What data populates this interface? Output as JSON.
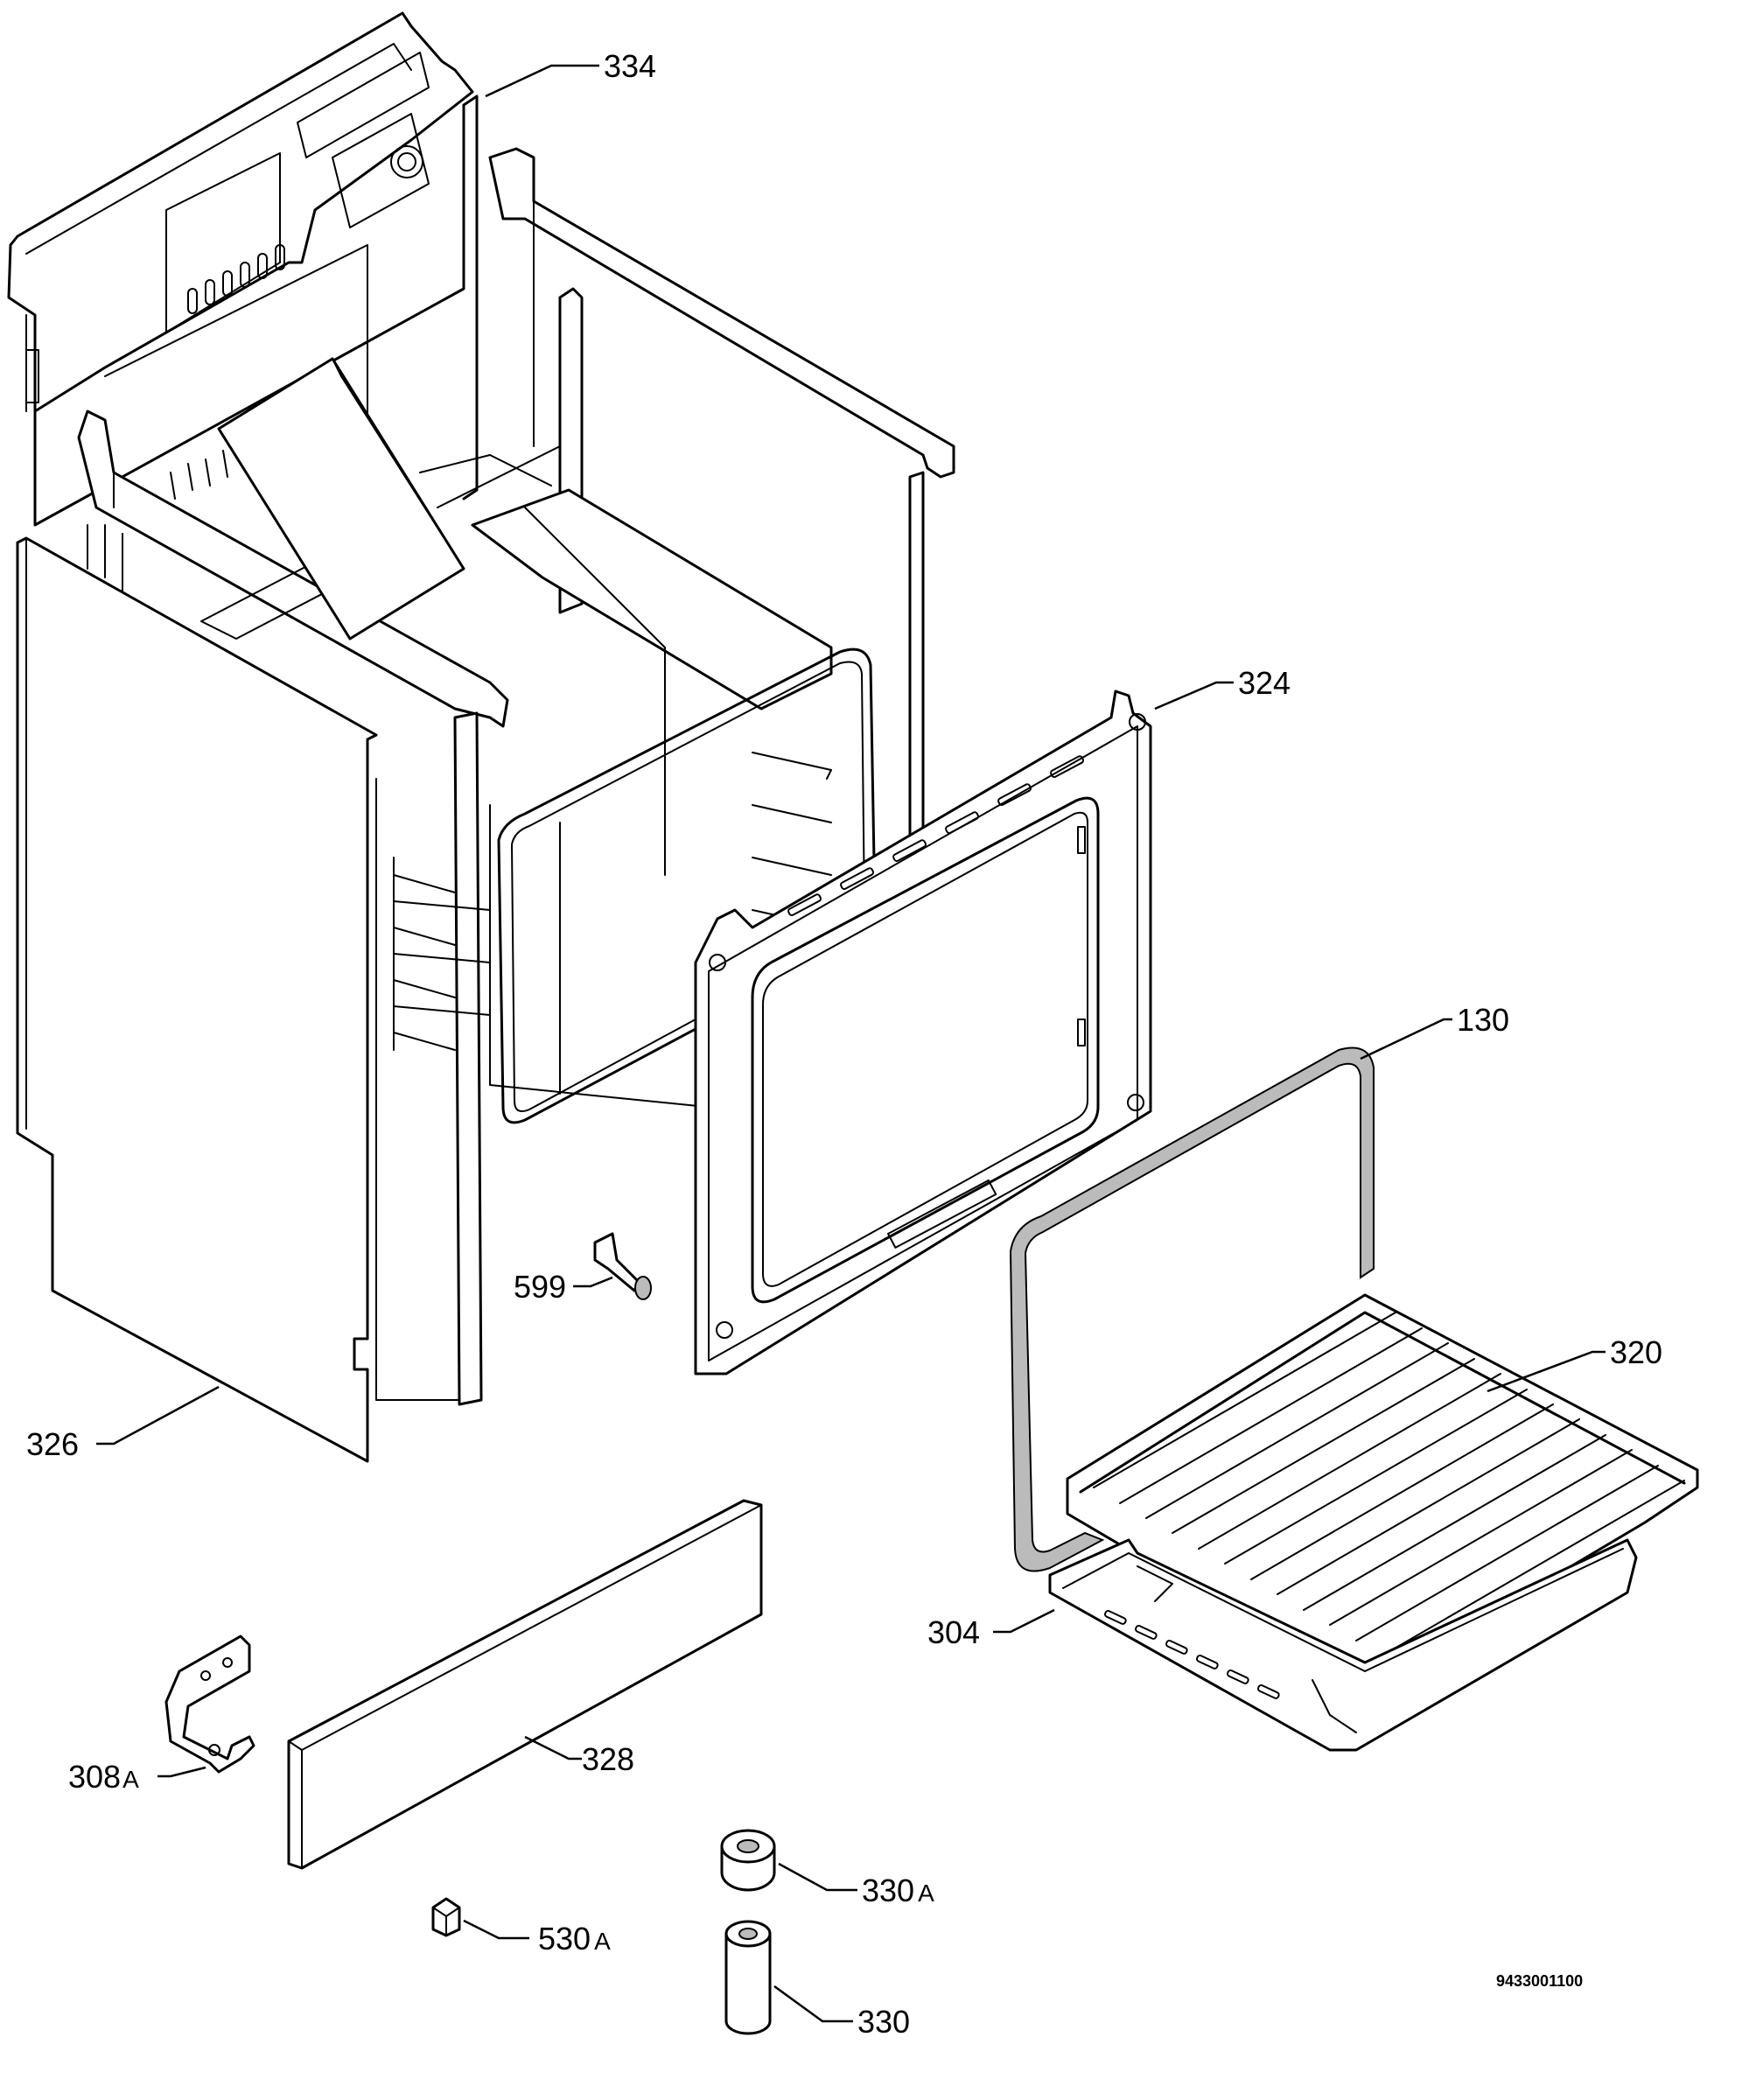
{
  "callouts": [
    {
      "id": "334",
      "num": "334",
      "suffix": ""
    },
    {
      "id": "324",
      "num": "324",
      "suffix": ""
    },
    {
      "id": "130",
      "num": "130",
      "suffix": ""
    },
    {
      "id": "320",
      "num": "320",
      "suffix": ""
    },
    {
      "id": "304",
      "num": "304",
      "suffix": ""
    },
    {
      "id": "599",
      "num": "599",
      "suffix": ""
    },
    {
      "id": "326",
      "num": "326",
      "suffix": ""
    },
    {
      "id": "328",
      "num": "328",
      "suffix": ""
    },
    {
      "id": "308A",
      "num": "308",
      "suffix": "A"
    },
    {
      "id": "330A",
      "num": "330",
      "suffix": "A"
    },
    {
      "id": "530A",
      "num": "530",
      "suffix": "A"
    },
    {
      "id": "330",
      "num": "330",
      "suffix": ""
    }
  ],
  "document_number": "9433001100"
}
